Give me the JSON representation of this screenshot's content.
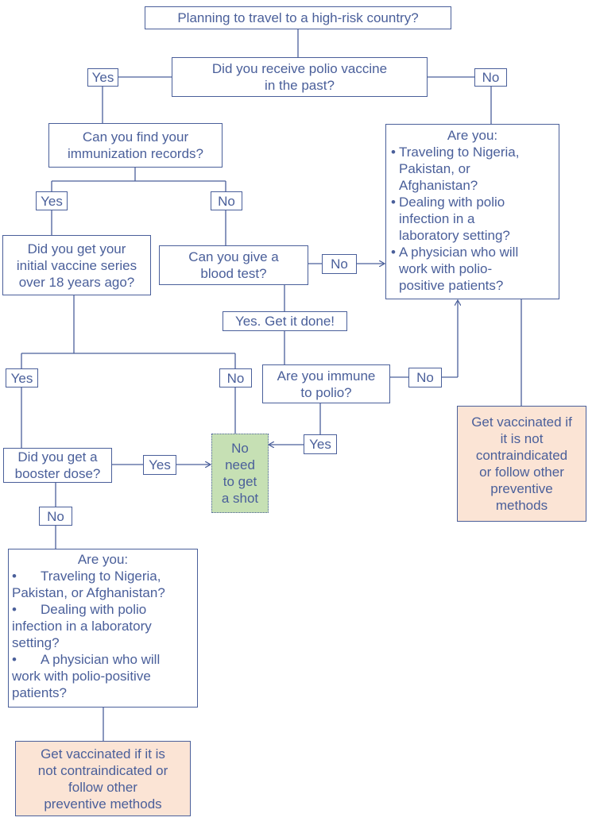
{
  "flowchart": {
    "start": "Planning to travel to a high-risk country?",
    "q_past_vaccine": [
      "Did you receive polio vaccine",
      "in the past?"
    ],
    "q_records": [
      "Can you find your",
      "immunization records?"
    ],
    "q_series": [
      "Did you get your",
      "initial vaccine series",
      "over 18 years ago?"
    ],
    "q_blood_test": [
      "Can you give a",
      "blood test?"
    ],
    "q_immune": [
      "Are you immune",
      "to polio?"
    ],
    "q_booster": [
      "Did you get a",
      "booster dose?"
    ],
    "no_need": [
      "No",
      "need",
      "to get",
      "a shot"
    ],
    "get_done": "Yes. Get it done!",
    "risk_question_right": {
      "title": "Are you:",
      "bullet": "•",
      "items": [
        [
          "Traveling to Nigeria,",
          "Pakistan, or",
          "Afghanistan?"
        ],
        [
          "Dealing with polio",
          "infection in a",
          "laboratory setting?"
        ],
        [
          "A physician who will",
          "work with polio-",
          "positive patients?"
        ]
      ]
    },
    "risk_question_left": {
      "title": "Are you:",
      "bullet": "•",
      "items": [
        [
          "Traveling to Nigeria,",
          "Pakistan, or Afghanistan?"
        ],
        [
          "Dealing with polio",
          "infection in a laboratory",
          "setting?"
        ],
        [
          "A physician who will",
          "work with polio-positive",
          "patients?"
        ]
      ]
    },
    "vaccinate_right": [
      "Get vaccinated if",
      "it is not",
      "contraindicated",
      "or follow other",
      "preventive",
      "methods"
    ],
    "vaccinate_left": [
      "Get vaccinated if it is",
      "not contraindicated or",
      "follow other",
      "preventive methods"
    ],
    "yes_label": "Yes",
    "no_label": "No"
  }
}
